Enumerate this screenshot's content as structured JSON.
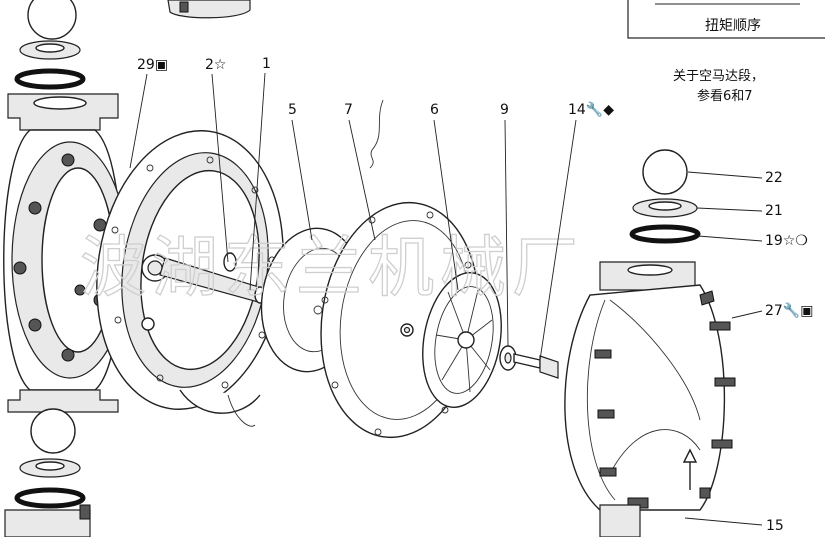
{
  "torque_box": {
    "label": "扭矩顺序"
  },
  "note": {
    "line1": "关于空马达段，",
    "line2": "参看6和7"
  },
  "watermark": "波湖东兰机械厂",
  "callouts": [
    {
      "id": "29",
      "text": "29▣"
    },
    {
      "id": "2",
      "text": "2☆"
    },
    {
      "id": "1",
      "text": "1"
    },
    {
      "id": "5",
      "text": "5"
    },
    {
      "id": "7",
      "text": "7"
    },
    {
      "id": "6",
      "text": "6"
    },
    {
      "id": "9",
      "text": "9"
    },
    {
      "id": "14",
      "text": "14🔧◆"
    },
    {
      "id": "22",
      "text": "22"
    },
    {
      "id": "21",
      "text": "21"
    },
    {
      "id": "19",
      "text": "19☆❍"
    },
    {
      "id": "27",
      "text": "27🔧▣"
    },
    {
      "id": "15",
      "text": "15"
    }
  ]
}
